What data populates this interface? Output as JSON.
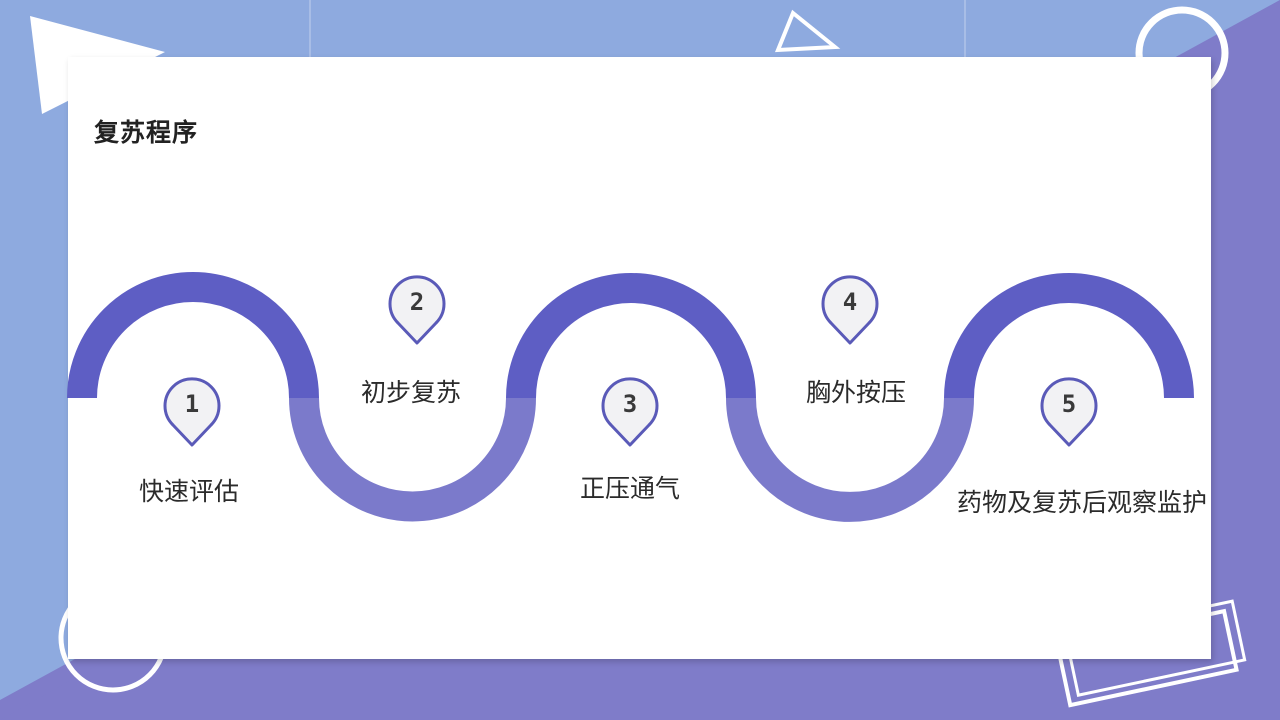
{
  "slide": {
    "title": "复苏程序"
  },
  "steps": [
    {
      "number": "1",
      "label": "快速评估"
    },
    {
      "number": "2",
      "label": "初步复苏"
    },
    {
      "number": "3",
      "label": "正压通气"
    },
    {
      "number": "4",
      "label": "胸外按压"
    },
    {
      "number": "5",
      "label": "药物及复苏后观察监护"
    }
  ],
  "colors": {
    "background_light": "#8eaadf",
    "background_dark": "#7f7cc9",
    "wave_top": "#5e5ec4",
    "wave_bottom": "#7b7acb",
    "pin_stroke": "#5a5ab8",
    "pin_fill": "#f2f2f4"
  }
}
